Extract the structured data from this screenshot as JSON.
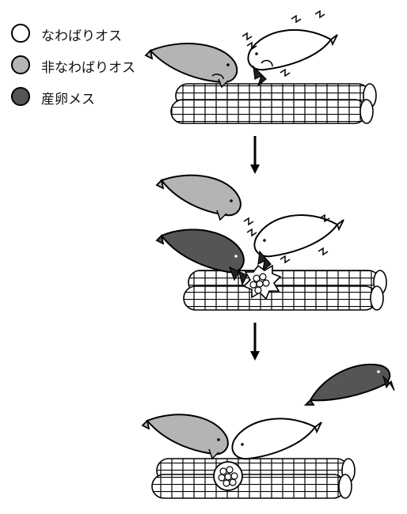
{
  "legend": {
    "items": [
      {
        "label": "なわばりオス",
        "color": "#ffffff"
      },
      {
        "label": "非なわばりオス",
        "color": "#b4b4b4"
      },
      {
        "label": "産卵メス",
        "color": "#555555"
      }
    ]
  },
  "colors": {
    "territorial_male": "#ffffff",
    "non_territorial_male": "#b4b4b4",
    "spawning_female": "#555555",
    "outline": "#000000"
  }
}
